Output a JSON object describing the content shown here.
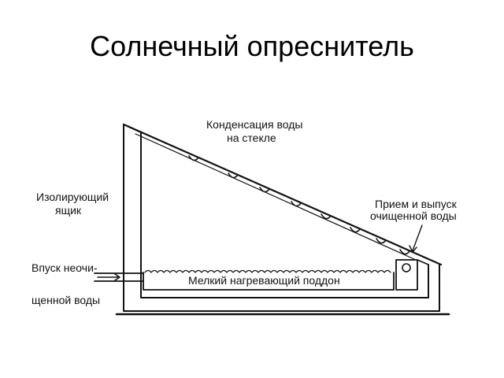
{
  "title": "Солнечный опреснитель",
  "diagram": {
    "labels": {
      "condensation_line1": "Конденсация воды",
      "condensation_line2": "на стекле",
      "insulated_box_line1": "Изолирующий",
      "insulated_box_line2": "ящик",
      "outlet_line1": "Прием и выпуск",
      "outlet_line2": "очищенной воды",
      "inlet_line1": "Впуск неочи-",
      "inlet_line2": "щенной воды",
      "tray": "Мелкий нагревающий поддон"
    }
  }
}
